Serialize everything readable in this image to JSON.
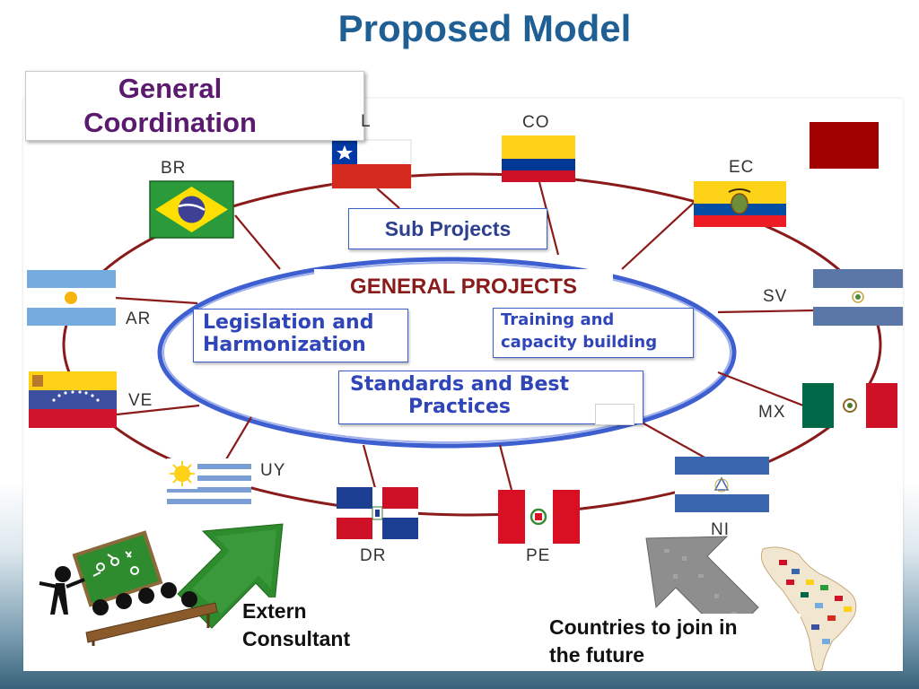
{
  "title": "Proposed Model",
  "general_coordination": [
    "General",
    "Coordination"
  ],
  "general_projects": "GENERAL PROJECTS",
  "sub_projects": "Sub Projects",
  "legislation": [
    "Legislation and",
    "Harmonization"
  ],
  "training": [
    "Training and",
    "capacity building"
  ],
  "standards": [
    "Standards and Best",
    "Practices"
  ],
  "countries": {
    "cl": "L",
    "co": "CO",
    "ec": "EC",
    "br": "BR",
    "ar": "AR",
    "sv": "SV",
    "ve": "VE",
    "mx": "MX",
    "uy": "UY",
    "ni": "NI",
    "dr": "DR",
    "pe": "PE"
  },
  "extern_consultant": [
    "Extern",
    "Consultant"
  ],
  "future_countries": [
    "Countries to join in",
    "the future"
  ],
  "colors": {
    "title": "#1f5f94",
    "connector": "#8b1a1a",
    "ellipse_outer": "#8b1a1a",
    "ellipse_inner": "#3d5fd0",
    "green_arrow": "#2e8b2e",
    "gray_arrow": "#8a8a8a"
  },
  "icons": [
    "chile-flag",
    "colombia-flag",
    "ecuador-flag",
    "brazil-flag",
    "argentina-flag",
    "el-salvador-flag",
    "venezuela-flag",
    "mexico-flag",
    "uruguay-flag",
    "nicaragua-flag",
    "dominican-republic-flag",
    "peru-flag",
    "green-arrow-icon",
    "gray-arrow-icon",
    "classroom-icon",
    "latin-america-map-icon"
  ]
}
